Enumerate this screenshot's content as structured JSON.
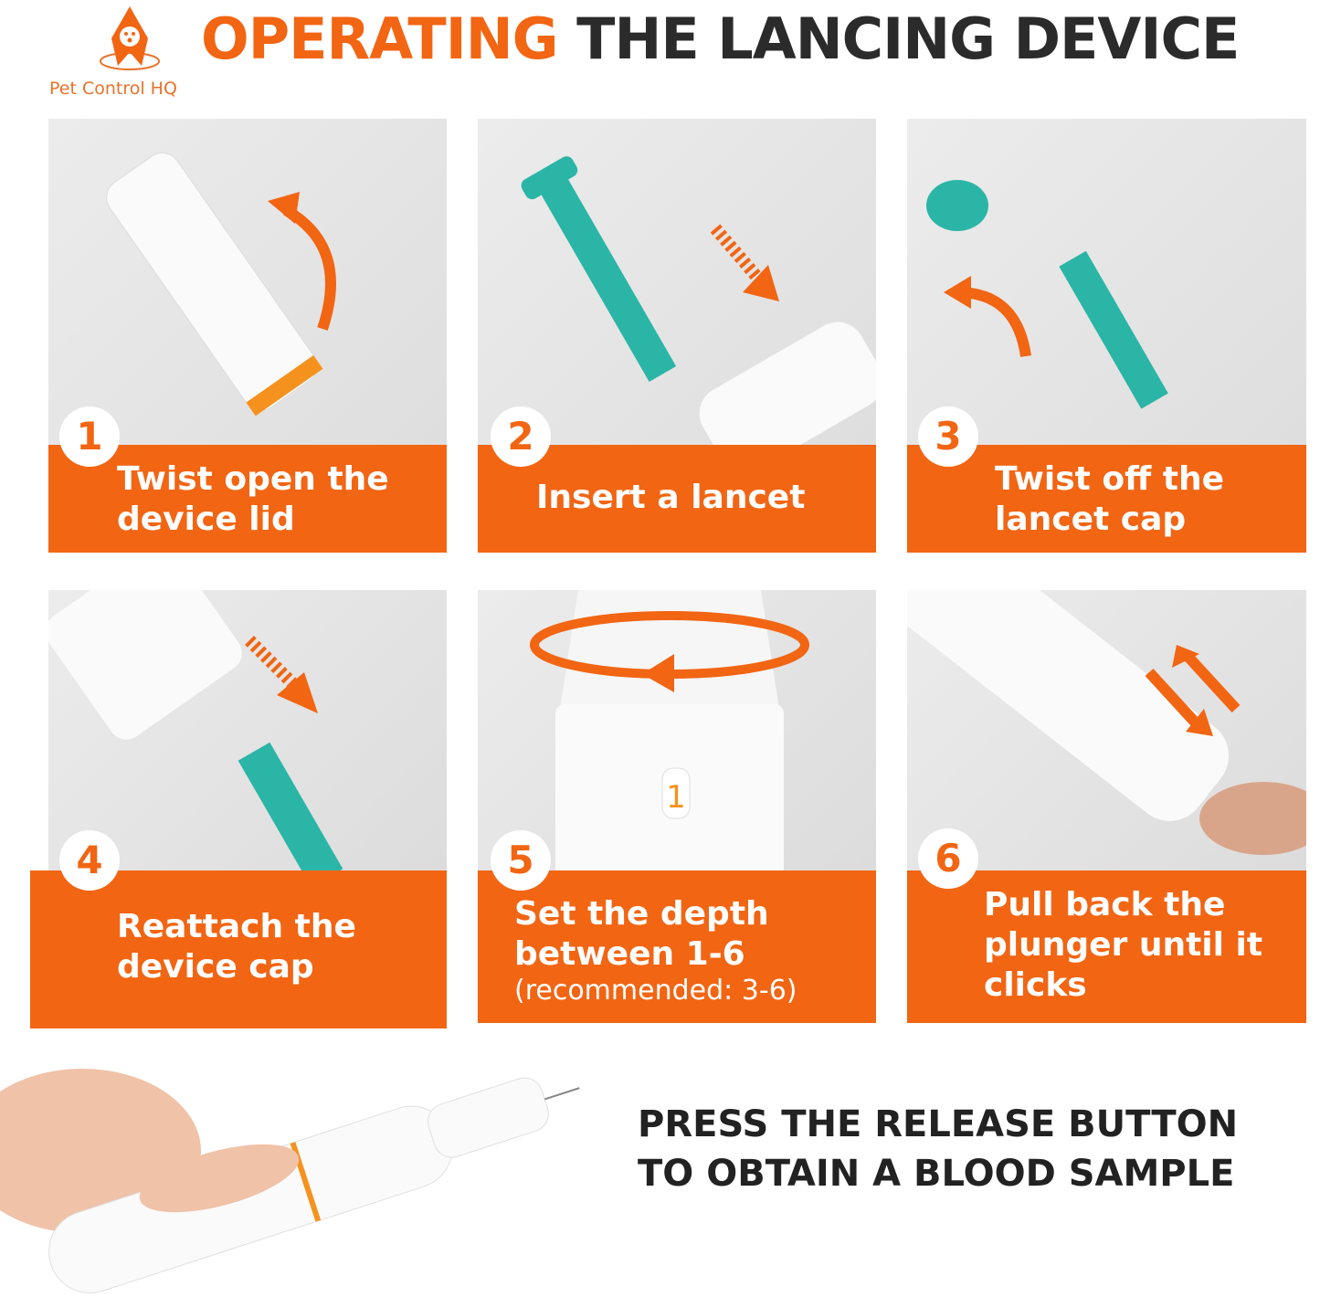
{
  "brand": {
    "name": "Pet Control HQ"
  },
  "title": {
    "highlight": "OPERATING",
    "rest": "THE LANCING DEVICE"
  },
  "steps": [
    {
      "number": "1",
      "text": "Twist open the device lid"
    },
    {
      "number": "2",
      "text": "Insert a lancet"
    },
    {
      "number": "3",
      "text": "Twist off the lancet cap"
    },
    {
      "number": "4",
      "text": "Reattach the device cap"
    },
    {
      "number": "5",
      "text": "Set the depth between 1-6",
      "note": "(recommended: 3-6)"
    },
    {
      "number": "6",
      "text": "Pull back the plunger until it clicks"
    }
  ],
  "footer": {
    "line1": "PRESS THE RELEASE BUTTON",
    "line2": "TO OBTAIN A BLOOD SAMPLE"
  },
  "colors": {
    "accent": "#f26513",
    "teal": "#2bb5a6",
    "dark": "#2b2b2b"
  }
}
